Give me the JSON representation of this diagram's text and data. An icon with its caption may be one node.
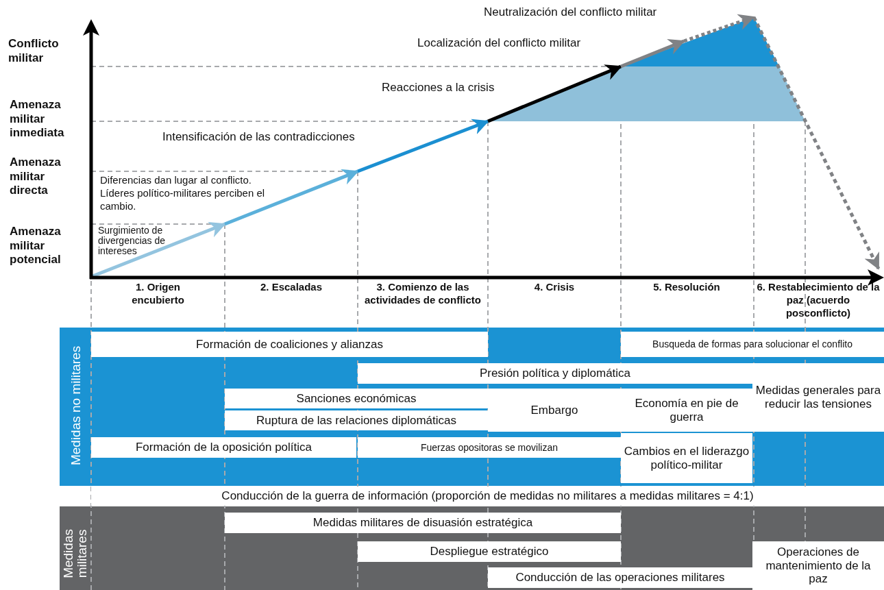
{
  "diagram": {
    "nodes": [
      {
        "text": [
          "Medidas no militares"
        ]
      },
      {
        "text": [
          "Formación de coaliciones y alianzas"
        ],
        "in": 0
      },
      {
        "text": [
          "Busqueda de formas para solucionar el conflito"
        ],
        "in": 0
      },
      {
        "text": [
          "Presión política y diplomática"
        ],
        "in": 0
      },
      {
        "text": [
          "Medidas generales para reducir las tensiones"
        ],
        "in": 0
      },
      {
        "text": [
          "Sanciones económicas"
        ],
        "in": 0
      },
      {
        "text": [
          "Embargo"
        ],
        "in": 0
      },
      {
        "text": [
          "Economía en pie de guerra"
        ],
        "in": 0
      },
      {
        "text": [
          "Ruptura de las relaciones diplomáticas"
        ],
        "in": 0
      },
      {
        "text": [
          "Formación de la oposición política"
        ],
        "in": 0
      },
      {
        "text": [
          "Fuerzas opositoras se movilizan"
        ],
        "in": 0
      },
      {
        "text": [
          "Cambios en el liderazgo político-militar"
        ],
        "in": 0
      },
      {
        "text": [
          "Conducción de la guerra de información (proporción de medidas no militares a medidas militares = 4:1)"
        ]
      },
      {
        "text": [
          "Medidas militares"
        ]
      },
      {
        "text": [
          "Medidas militares de disuasión estratégica"
        ],
        "in": 13
      },
      {
        "text": [
          "Despliegue estratégico"
        ],
        "in": 13
      },
      {
        "text": [
          "Operaciones de mantenimiento de la paz"
        ],
        "in": 13
      },
      {
        "text": [
          "Conducción de las operaciones militares"
        ],
        "in": 13
      }
    ],
    "labels": [
      "Neutralización del conflicto militar",
      "Conflicto militar",
      "Localización del conflicto militar",
      "Reacciones a la crisis",
      "Amenaza militar inmediata",
      "Intensificación de las contradicciones",
      "Amenaza militar directa",
      "Diferencias dan lugar al conflicto. Líderes político-militares perciben el cambio.",
      "Amenaza militar potencial",
      "Surgimiento de divergencias de intereses",
      "1. Origen encubierto",
      "2. Escaladas",
      "3. Comienzo de las actividades de conflicto",
      "4. Crisis",
      "5. Resolución",
      "6. Restablecimiento de la paz (acuerdo posconflicto)"
    ]
  }
}
